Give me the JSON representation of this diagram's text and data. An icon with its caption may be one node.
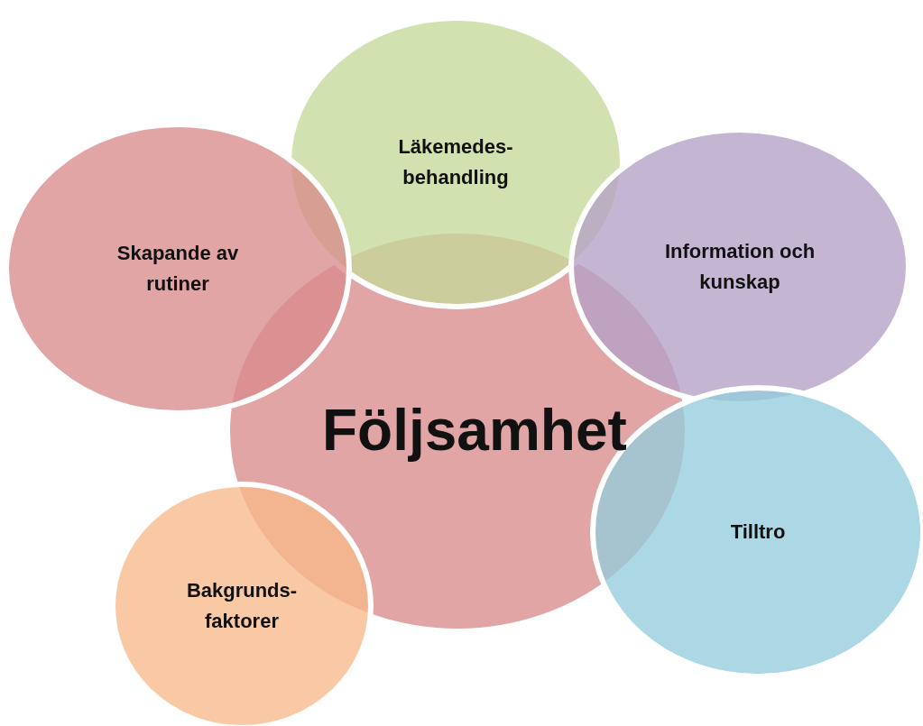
{
  "diagram": {
    "nodes": [
      {
        "text": [
          "Följsamhet"
        ]
      },
      {
        "text": [
          "Läkemedes- behandling"
        ]
      },
      {
        "text": [
          "Skapande av rutiner"
        ]
      },
      {
        "text": [
          "Information och kunskap"
        ]
      },
      {
        "text": [
          "Tilltro"
        ]
      },
      {
        "text": [
          "Bakgrunds- faktorer"
        ]
      }
    ]
  }
}
